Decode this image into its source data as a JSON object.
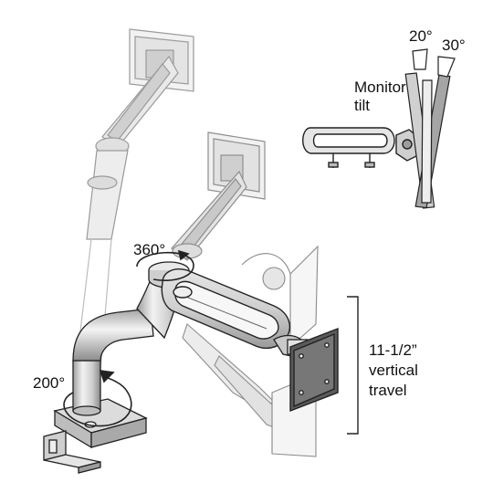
{
  "labels": {
    "tilt_up": "20°",
    "tilt_down": "30°",
    "tilt_title_1": "Monitor",
    "tilt_title_2": "tilt",
    "rot_360": "360°",
    "rot_200": "200°",
    "travel_1": "11-1/2”",
    "travel_2": "vertical",
    "travel_3": "travel"
  },
  "colors": {
    "line": "#222222",
    "shade": "#d9d9d9",
    "ghost": "#bdbdbd",
    "dark": "#555555"
  }
}
